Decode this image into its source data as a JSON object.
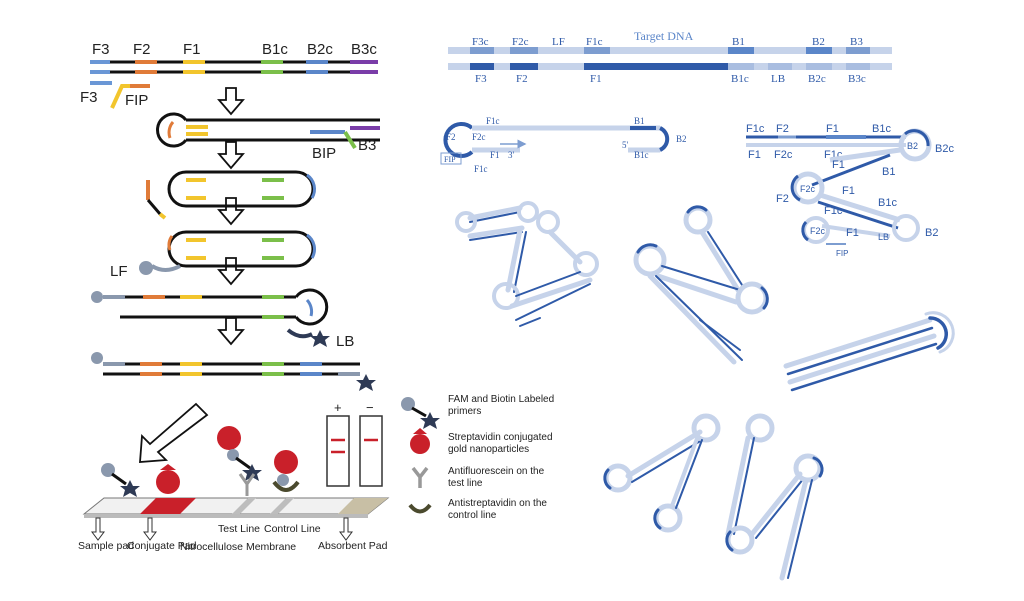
{
  "colors": {
    "strand": "#111111",
    "F3": "#6a97d6",
    "F2": "#e07b39",
    "F1": "#f2c52d",
    "B1c": "#7bbf4a",
    "B2c": "#5b86c9",
    "B3c": "#7a3da8",
    "probe": "#8a98ad",
    "star": "#2e3a55",
    "gold": "#c9202a",
    "blueDark": "#2f5aa8",
    "blueLight": "#c6d3ea",
    "blueMid": "#7d9dd0"
  },
  "left": {
    "top_labels": [
      "F3",
      "F2",
      "F1",
      "B1c",
      "B2c",
      "B3c"
    ],
    "f3_label": "F3",
    "fip_label": "FIP",
    "bip_label": "BIP",
    "b3_label": "B3",
    "lf_label": "LF",
    "lb_label": "LB"
  },
  "strip": {
    "sample_pad": "Sample pad",
    "conjugate_pad": "Conjugate Pad",
    "membrane": "Nitrocellulose Membrane",
    "test_line": "Test Line",
    "control_line": "Control Line",
    "absorbent_pad": "Absorbent Pad",
    "plus": "+",
    "minus": "−"
  },
  "legend": [
    "FAM and Biotin Labeled primers",
    "Streptavidin conjugated gold nanoparticles",
    "Antifluorescein on the test line",
    "Antistreptavidin on the control line"
  ],
  "right": {
    "target_label": "Target DNA",
    "top_row": [
      "F3c",
      "F2c",
      "LF",
      "F1c",
      "B1",
      "B2",
      "B3"
    ],
    "bottom_row": [
      "F3",
      "F2",
      "F1",
      "B1c",
      "LB",
      "B2c",
      "B3c"
    ],
    "dumbbell_a": {
      "F2": "F2",
      "F2c": "F2c",
      "F1c": "F1c",
      "B1": "B1",
      "B2": "B2",
      "FIP": "FIP",
      "F1": "F1",
      "three": "3'",
      "five": "5'",
      "B1c": "B1c",
      "F1c_b": "F1c"
    },
    "dumbbell_b": {
      "F1c": "F1c",
      "F2": "F2",
      "F1": "F1",
      "B1c": "B1c",
      "F1b": "F1",
      "F2c": "F2c",
      "F1c2": "F1c",
      "B2": "B2",
      "B2c": "B2c"
    },
    "structure_c": [
      "F1",
      "B1",
      "F2c",
      "F2",
      "F1",
      "B1c",
      "F1c",
      "F2c",
      "F1",
      "B2",
      "LB",
      "FIP"
    ]
  }
}
